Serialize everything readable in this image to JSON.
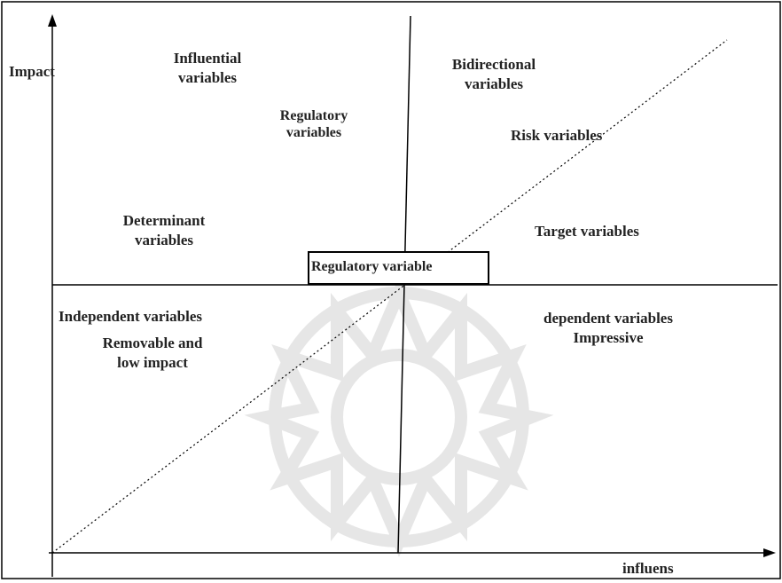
{
  "axes": {
    "y_label": "Impact",
    "x_label": "influens"
  },
  "quadrants": {
    "top_left": {
      "influential_line1": "Influential",
      "influential_line2": "variables",
      "regulatory_line1": "Regulatory",
      "regulatory_line2": "variables",
      "determinant_line1": "Determinant",
      "determinant_line2": "variables"
    },
    "top_right": {
      "bidirectional_line1": "Bidirectional",
      "bidirectional_line2": "variables",
      "risk": "Risk variables",
      "target": "Target variables"
    },
    "bottom_left": {
      "independent": "Independent variables",
      "removable_line1": "Removable and",
      "removable_line2": "low impact"
    },
    "bottom_right": {
      "dependent": "dependent variables",
      "impressive": "Impressive"
    }
  },
  "center_box": {
    "label": "Regulatory variable"
  },
  "colors": {
    "line": "#000000",
    "watermark": "#e6e6e6",
    "text": "#222222"
  }
}
